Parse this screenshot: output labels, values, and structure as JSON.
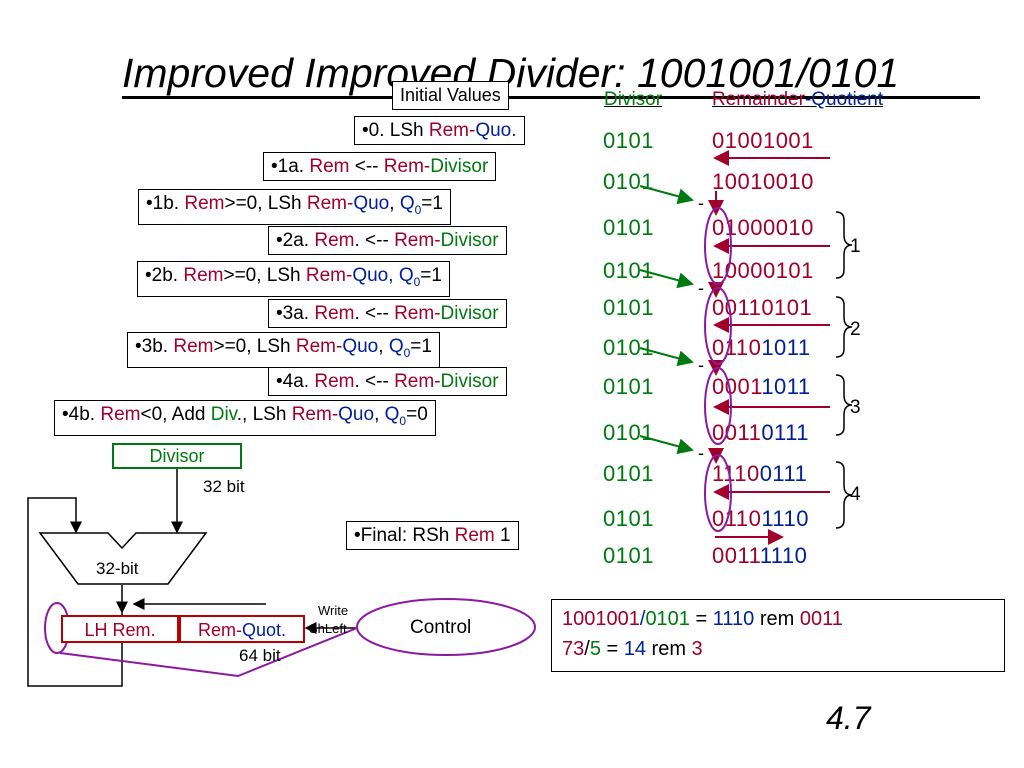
{
  "title": "Improved Improved Divider: 1001001/0101",
  "step_boxes": {
    "initial": "Initial Values",
    "s0": {
      "a": "•0. LSh ",
      "rem": "Rem",
      "dash": "-",
      "quo": "Quo."
    },
    "s1a": {
      "a": "•1a. ",
      "rem": "Rem",
      "arrow": " <-- ",
      "rem2": "Rem",
      "dash": "-",
      "div": "Divisor"
    },
    "s1b": {
      "a": "•1b. ",
      "rem": "Rem",
      "cond": ">=0, LSh ",
      "rem2": "Rem",
      "dash": "-",
      "quo": "Quo",
      "comma": ", ",
      "q": "Q",
      "sub": "0",
      "eq": "=1"
    },
    "s2a": {
      "a": "•2a. ",
      "rem": "Rem",
      "arrow": ". <-- ",
      "rem2": "Rem",
      "dash": "-",
      "div": "Divisor"
    },
    "s2b": {
      "a": "•2b. ",
      "rem": "Rem",
      "cond": ">=0, LSh ",
      "rem2": "Rem",
      "dash": "-",
      "quo": "Quo",
      "comma": ", ",
      "q": "Q",
      "sub": "0",
      "eq": "=1"
    },
    "s3a": {
      "a": "•3a. ",
      "rem": "Rem",
      "arrow": ". <-- ",
      "rem2": "Rem",
      "dash": "-",
      "div": "Divisor"
    },
    "s3b": {
      "a": "•3b. ",
      "rem": "Rem",
      "cond": ">=0, LSh ",
      "rem2": "Rem",
      "dash": "-",
      "quo": "Quo",
      "comma": ", ",
      "q": "Q",
      "sub": "0",
      "eq": "=1"
    },
    "s4a": {
      "a": "•4a. ",
      "rem": "Rem",
      "arrow": ". <-- ",
      "rem2": "Rem",
      "dash": "-",
      "div": "Divisor"
    },
    "s4b": {
      "a": "•4b. ",
      "rem": "Rem",
      "cond": "<0, Add ",
      "div": "Div",
      "mid": "., LSh ",
      "rem2": "Rem",
      "dash": "-",
      "quo": "Quo",
      "comma": ", ",
      "q": "Q",
      "sub": "0",
      "eq": "=0"
    },
    "final": {
      "a": "•Final: RSh ",
      "rem": "Rem",
      "n": " 1"
    }
  },
  "table": {
    "headers": {
      "divisor": "Divisor",
      "remainder": "Remainder",
      "dash": "-",
      "quotient": "Quotient"
    },
    "rows": [
      {
        "divisor": "0101",
        "rem": "0100",
        "quo": "1001"
      },
      {
        "divisor": "0101",
        "rem": "1001",
        "quo": "0010"
      },
      {
        "divisor": "0101",
        "rem": "0100",
        "quo": "0010"
      },
      {
        "divisor": "0101",
        "rem": "1000",
        "quo": "0101"
      },
      {
        "divisor": "0101",
        "rem": "0011",
        "quo": "0101"
      },
      {
        "divisor": "0101",
        "rem": "0110",
        "quo": "1011"
      },
      {
        "divisor": "0101",
        "rem": "0001",
        "quo": "1011"
      },
      {
        "divisor": "0101",
        "rem": "0011",
        "quo": "0111"
      },
      {
        "divisor": "0101",
        "rem": "1110",
        "quo": "0111"
      },
      {
        "divisor": "0101",
        "rem": "0110",
        "quo": "1110"
      },
      {
        "divisor": "0101",
        "rem": "0011",
        "quo": "1110"
      }
    ],
    "minus_signs": [
      "-",
      "-",
      "-",
      "-"
    ],
    "step_numbers": [
      "1",
      "2",
      "3",
      "4"
    ]
  },
  "hardware": {
    "divisor": "Divisor",
    "divisor_width": "32 bit",
    "alu": "32-bit",
    "lh_rem": "LH Rem.",
    "rem_quot": {
      "rem": "Rem",
      "dash": "-",
      "quot": "Quot."
    },
    "reg_width": "64 bit",
    "write": "Write",
    "shleft": "ShLeft",
    "control": "Control"
  },
  "result": {
    "line1": {
      "a": "1001001",
      "slash": "/",
      "b": "0101",
      "eq": " = ",
      "q": "1110",
      "rem": " rem ",
      "r": "0011"
    },
    "line2": {
      "a": "73",
      "slash": "/",
      "b": "5",
      "eq": " = ",
      "q": "14",
      "rem": " rem ",
      "r": "3"
    }
  },
  "page_number": "4.7",
  "colors": {
    "remainder": "#a0002a",
    "quotient": "#00209a",
    "divisor": "#007a10",
    "annotation": "#8a1aa0"
  }
}
